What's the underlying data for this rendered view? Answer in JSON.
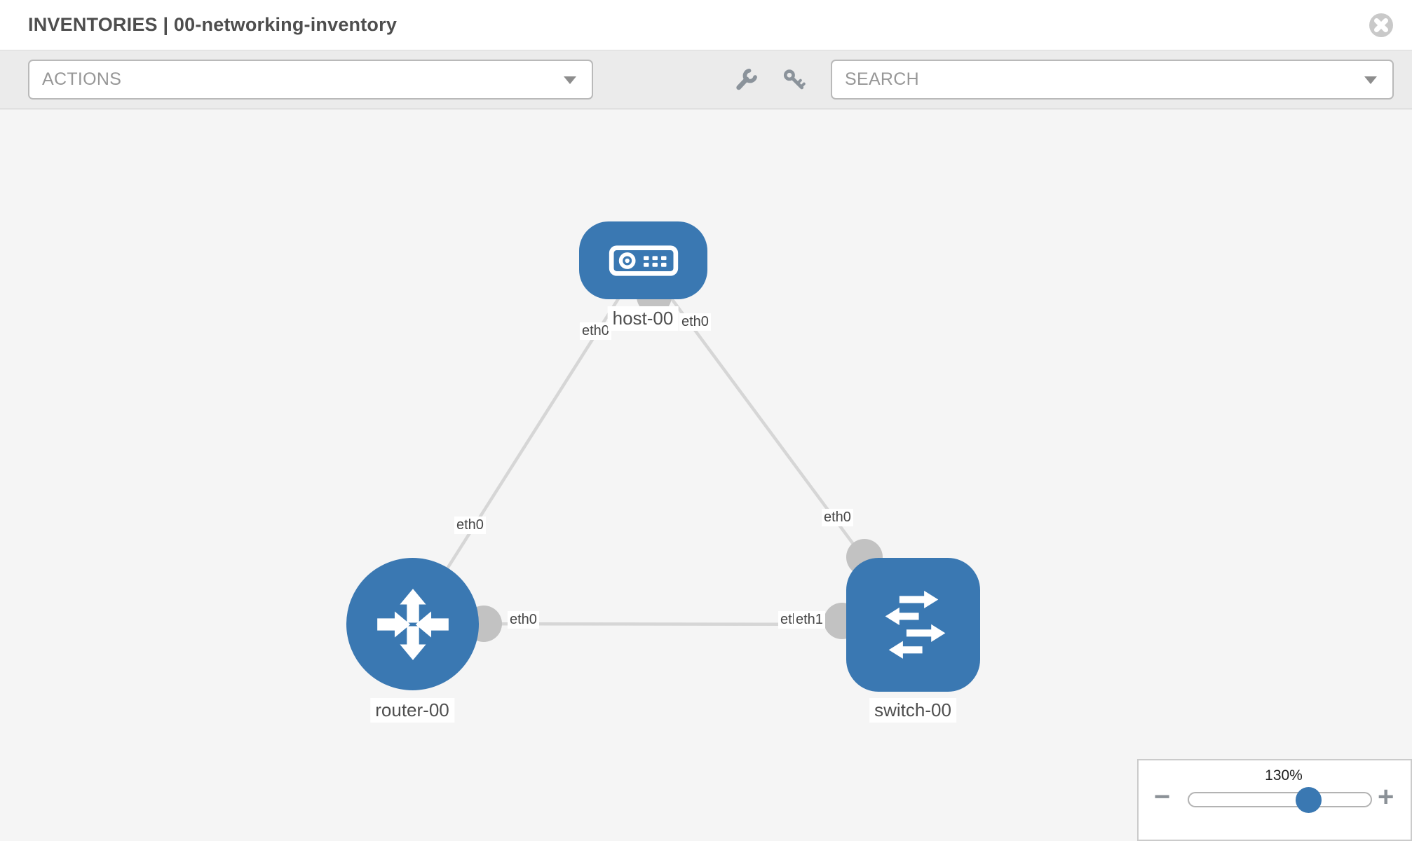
{
  "window": {
    "title": "INVENTORIES | 00-networking-inventory"
  },
  "toolbar": {
    "actions_label": "ACTIONS",
    "search_label": "SEARCH",
    "tools": [
      {
        "icon": "wrench-icon"
      },
      {
        "icon": "key-icon"
      }
    ]
  },
  "topology": {
    "nodes": [
      {
        "id": "host-00",
        "type": "host",
        "label": "host-00"
      },
      {
        "id": "router-00",
        "type": "router",
        "label": "router-00"
      },
      {
        "id": "switch-00",
        "type": "switch",
        "label": "switch-00"
      }
    ],
    "links": [
      {
        "source": "host-00",
        "source_interface": "eth0",
        "target": "router-00",
        "target_interface": "eth0"
      },
      {
        "source": "host-00",
        "source_interface": "eth0",
        "target": "switch-00",
        "target_interface": "eth0"
      },
      {
        "source": "router-00",
        "source_interface": "eth0",
        "target": "switch-00",
        "target_interface": "eth1"
      }
    ],
    "interface_labels": [
      "eth0",
      "eth0",
      "eth0",
      "eth0",
      "eth0",
      "eth1",
      "eth1"
    ]
  },
  "zoom_control": {
    "level": "130%",
    "zoom_out_label": "−",
    "zoom_in_label": "+"
  },
  "colors": {
    "node_blue": "#3a78b2",
    "edge_gray": "#d6d6d6",
    "connector_gray": "#c2c2c2",
    "toolbar_bg": "#ebebeb",
    "canvas_bg": "#f5f5f5"
  }
}
